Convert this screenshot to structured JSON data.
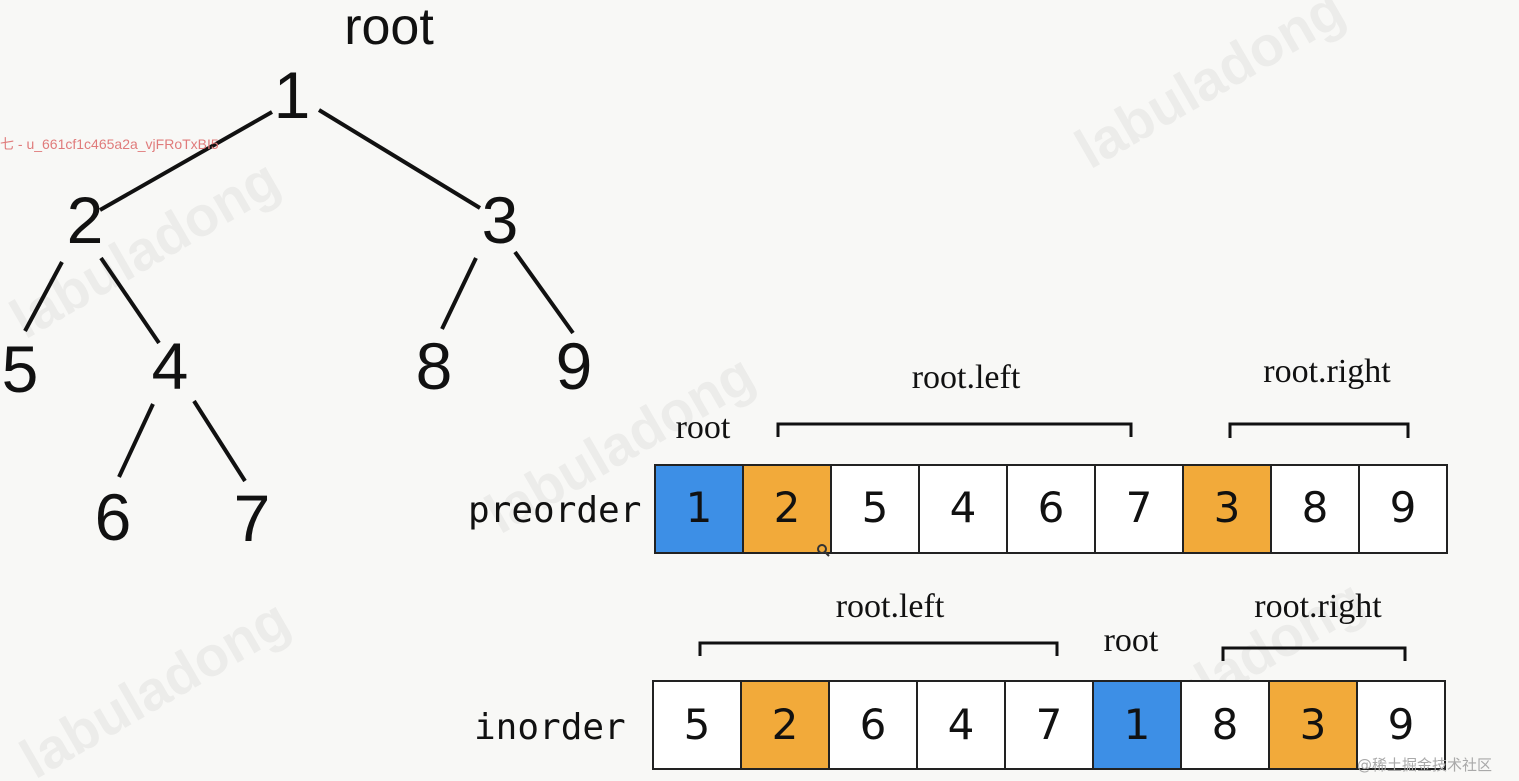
{
  "tree": {
    "root_label": "root",
    "nodes": {
      "n1": "1",
      "n2": "2",
      "n3": "3",
      "n4": "4",
      "n5": "5",
      "n6": "6",
      "n7": "7",
      "n8": "8",
      "n9": "9"
    }
  },
  "preorder": {
    "label": "preorder",
    "root_label": "root",
    "left_label": "root.left",
    "right_label": "root.right",
    "cells": [
      "1",
      "2",
      "5",
      "4",
      "6",
      "7",
      "3",
      "8",
      "9"
    ]
  },
  "inorder": {
    "label": "inorder",
    "root_label": "root",
    "left_label": "root.left",
    "right_label": "root.right",
    "cells": [
      "5",
      "2",
      "6",
      "4",
      "7",
      "1",
      "8",
      "3",
      "9"
    ]
  },
  "credit_text": "七 - u_661cf1c465a2a_vjFRoTxBI5",
  "footer_text": "@稀土掘金技术社区",
  "watermark_text": "labuladong",
  "colors": {
    "root": "#3d8fe6",
    "highlight": "#f2aa3a",
    "cell_fill": "#ffffff",
    "cell_border": "#222222",
    "credit": "#e07b7b",
    "footer": "#a9a9a9"
  },
  "icons": {
    "cursor": "cursor-icon"
  }
}
